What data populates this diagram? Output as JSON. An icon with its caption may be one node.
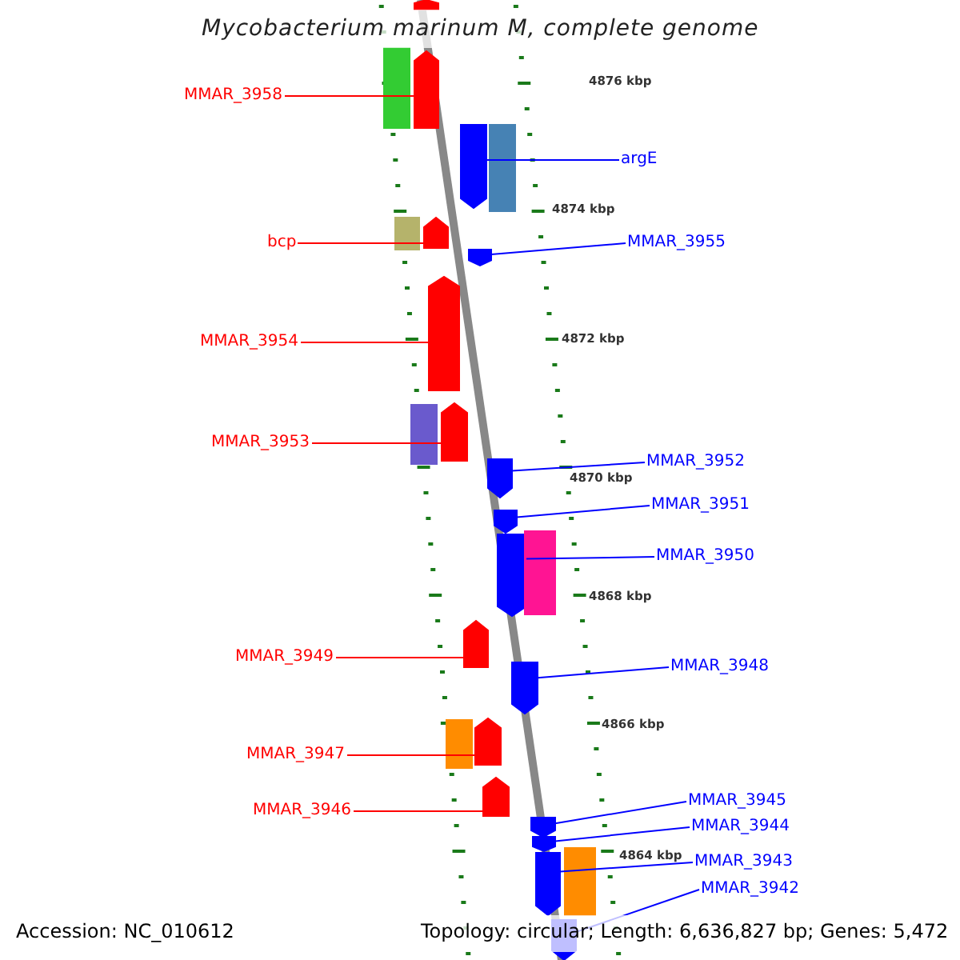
{
  "diagram": {
    "title": "Mycobacterium marinum M, complete genome",
    "nodes": [
      {
        "text": [
          "MMAR_3958"
        ]
      },
      {
        "text": [
          "bcp"
        ]
      },
      {
        "text": [
          "MMAR_3954"
        ]
      },
      {
        "text": [
          "MMAR_3953"
        ]
      },
      {
        "text": [
          "MMAR_3949"
        ]
      },
      {
        "text": [
          "MMAR_3947"
        ]
      },
      {
        "text": [
          "MMAR_3946"
        ]
      },
      {
        "text": [
          "argE"
        ]
      },
      {
        "text": [
          "MMAR_3955"
        ]
      },
      {
        "text": [
          "MMAR_3952"
        ]
      },
      {
        "text": [
          "MMAR_3951"
        ]
      },
      {
        "text": [
          "MMAR_3950"
        ]
      },
      {
        "text": [
          "MMAR_3948"
        ]
      },
      {
        "text": [
          "MMAR_3945"
        ]
      },
      {
        "text": [
          "MMAR_3944"
        ]
      },
      {
        "text": [
          "MMAR_3943"
        ]
      },
      {
        "text": [
          "MMAR_3942"
        ]
      },
      {
        "text": [],
        "shape": "arrow"
      },
      {
        "text": [],
        "shape": "box"
      },
      {
        "text": [],
        "shape": "arrow"
      },
      {
        "text": [],
        "shape": "arrow"
      },
      {
        "text": [],
        "shape": "box"
      },
      {
        "text": [],
        "shape": "box"
      },
      {
        "text": [],
        "shape": "arrow"
      },
      {
        "text": [],
        "shape": "arrow"
      },
      {
        "text": [],
        "shape": "arrow"
      },
      {
        "text": [],
        "shape": "box"
      },
      {
        "text": [],
        "shape": "arrow"
      },
      {
        "text": [],
        "shape": "arrow"
      },
      {
        "text": [],
        "shape": "arrow"
      },
      {
        "text": [],
        "shape": "arrow"
      },
      {
        "text": [],
        "shape": "box"
      },
      {
        "text": [],
        "shape": "arrow"
      },
      {
        "text": [],
        "shape": "arrow"
      },
      {
        "text": [],
        "shape": "box"
      },
      {
        "text": [],
        "shape": "arrow"
      },
      {
        "text": [],
        "shape": "arrow"
      },
      {
        "text": [],
        "shape": "arrow"
      },
      {
        "text": [],
        "shape": "arrow"
      },
      {
        "text": [],
        "shape": "arrow"
      },
      {
        "text": [],
        "shape": "box"
      },
      {
        "text": [],
        "shape": "arrow"
      }
    ],
    "edges": [
      {
        "from": 0,
        "to": 19,
        "arrow": "none",
        "color": "#ff0000"
      },
      {
        "from": 1,
        "to": 23,
        "arrow": "none",
        "color": "#ff0000"
      },
      {
        "from": 2,
        "to": 25,
        "arrow": "none",
        "color": "#ff0000"
      },
      {
        "from": 3,
        "to": 27,
        "arrow": "none",
        "color": "#ff0000"
      },
      {
        "from": 4,
        "to": 32,
        "arrow": "none",
        "color": "#ff0000"
      },
      {
        "from": 5,
        "to": 35,
        "arrow": "none",
        "color": "#ff0000"
      },
      {
        "from": 6,
        "to": 36,
        "arrow": "none",
        "color": "#ff0000"
      },
      {
        "from": 7,
        "to": 20,
        "arrow": "none"
      },
      {
        "from": 8,
        "to": 24,
        "arrow": "none"
      },
      {
        "from": 9,
        "to": 28,
        "arrow": "none"
      },
      {
        "from": 10,
        "to": 29,
        "arrow": "none"
      },
      {
        "from": 11,
        "to": 30,
        "arrow": "none"
      },
      {
        "from": 12,
        "to": 33,
        "arrow": "none"
      },
      {
        "from": 13,
        "to": 37,
        "arrow": "none"
      },
      {
        "from": 14,
        "to": 38,
        "arrow": "none"
      },
      {
        "from": 15,
        "to": 39,
        "arrow": "none"
      },
      {
        "from": 16,
        "to": 41,
        "arrow": "none"
      }
    ],
    "labels": [
      "4876 kbp",
      "4874 kbp",
      "4872 kbp",
      "4870 kbp",
      "4868 kbp",
      "4866 kbp",
      "4864 kbp",
      "Accession: NC_010612",
      "Topology: circular; Length: 6,636,827 bp; Genes: 5,472"
    ]
  }
}
